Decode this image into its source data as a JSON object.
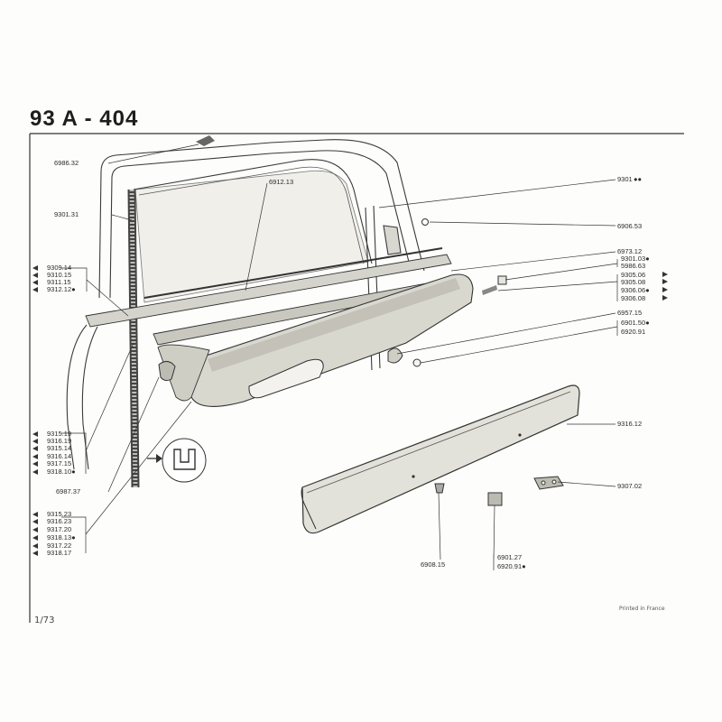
{
  "page": {
    "title": "93 A - 404",
    "number": "1/73",
    "printed": "Printed in France"
  },
  "labels": {
    "p6986_32": "6986.32",
    "p9301_31": "9301.31",
    "p6912_13": "6912.13",
    "p9301": "9301",
    "p9301_marks": "●●",
    "p6906_53": "6906.53",
    "p6973_12": "6973.12",
    "p9301_03": "9301.03●",
    "p5986_63": "5986.63",
    "p9305_06": "9305.06",
    "p9305_08": "9305.08",
    "p9306_06": "9306.06●",
    "p9306_08": "9306.08",
    "p6957_15": "6957.15",
    "p6901_50": "6901.50●",
    "p6920_91a": "6920.91",
    "p9309_14": "9309.14",
    "p9310_15": "9310.15",
    "p9311_15": "9311.15",
    "p9312_12": "9312.12●",
    "p9315_19": "9315.19",
    "p9316_19": "9316.19",
    "p9315_14": "9315.14",
    "p9316_14": "9316.14",
    "p9317_15": "9317.15",
    "p9318_10": "9318.10●",
    "p6987_37": "6987.37",
    "p9315_23": "9315.23",
    "p9316_23": "9316.23",
    "p9317_20": "9317.20",
    "p9318_13": "9318.13●",
    "p9317_22": "9317.22",
    "p9318_17": "9318.17",
    "p9316_12": "9316.12",
    "p9307_02": "9307.02",
    "p6908_15": "6908.15",
    "p6901_27": "6901.27",
    "p6920_91b": "6920.91●"
  }
}
